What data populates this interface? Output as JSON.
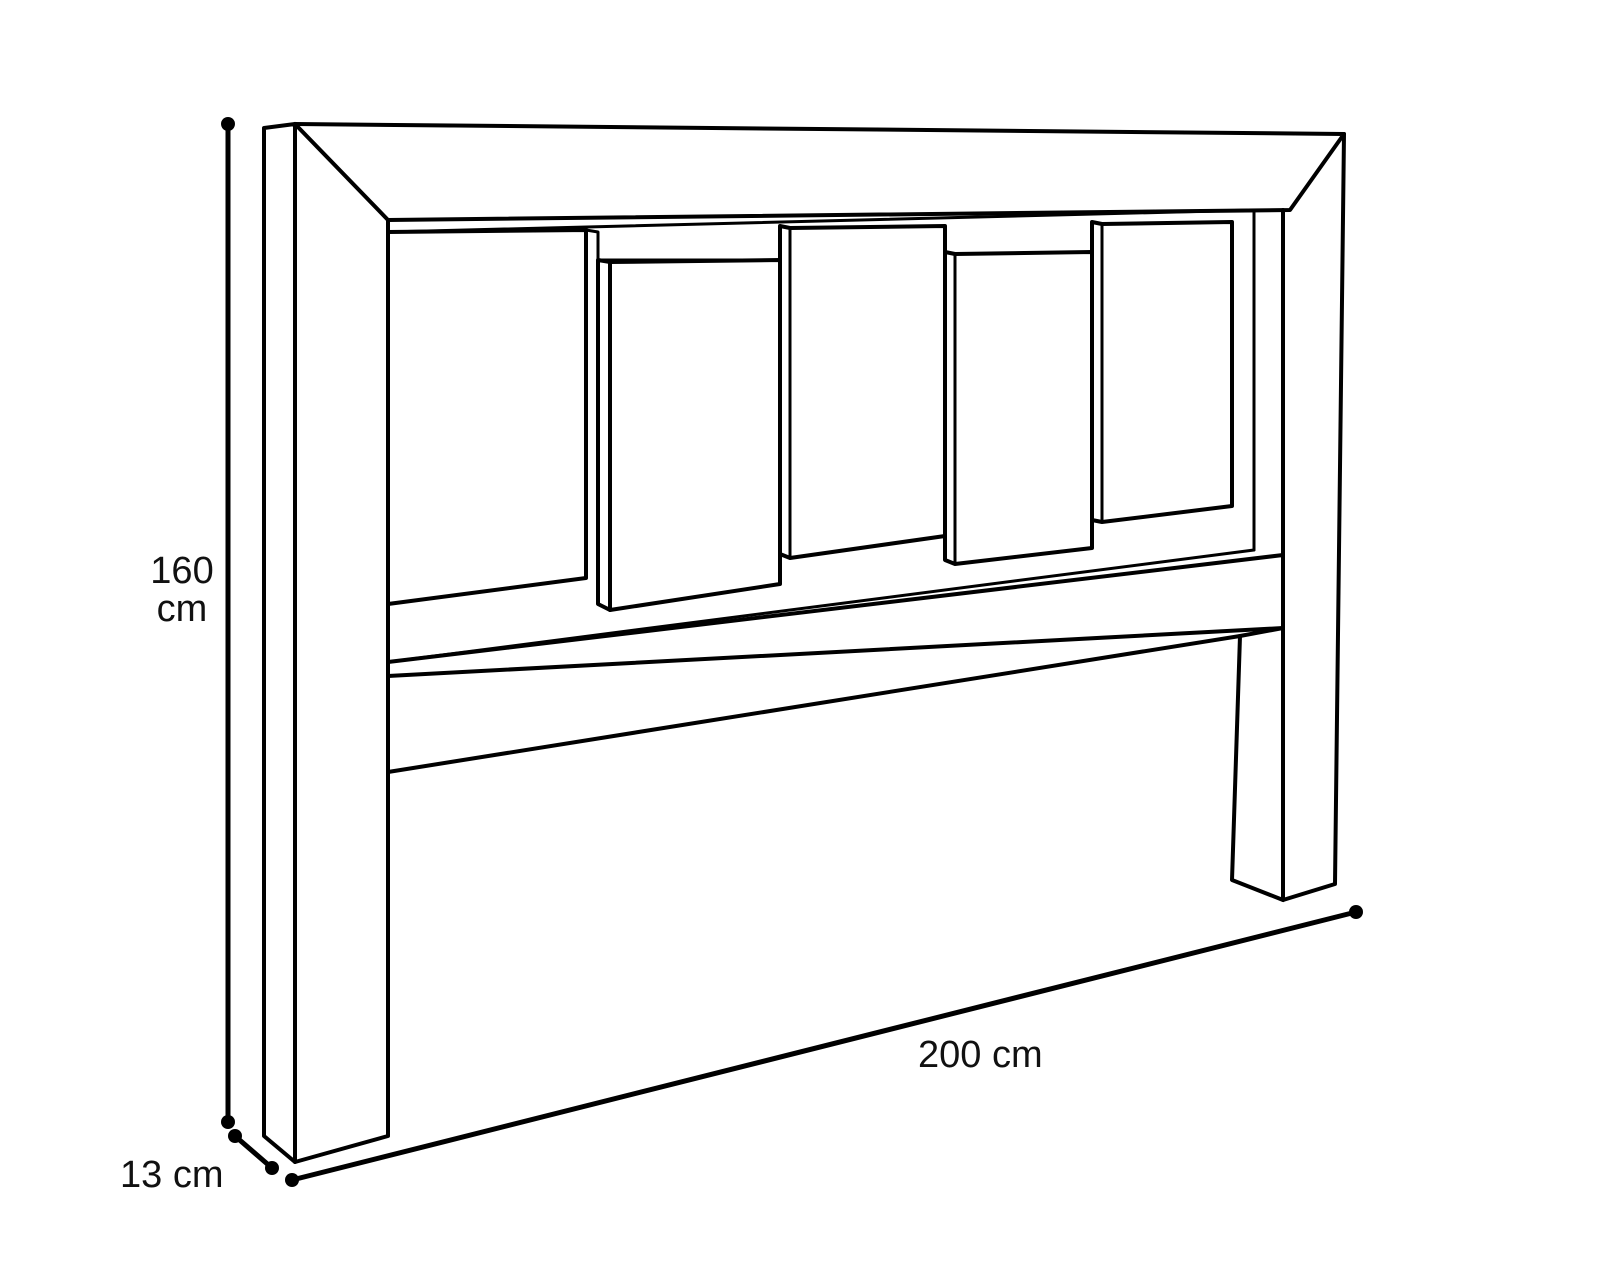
{
  "dimensions": {
    "height": {
      "value": "160",
      "unit": "cm"
    },
    "width": "200 cm",
    "depth": "13 cm"
  },
  "colors": {
    "stroke": "#000000",
    "background": "#ffffff"
  }
}
